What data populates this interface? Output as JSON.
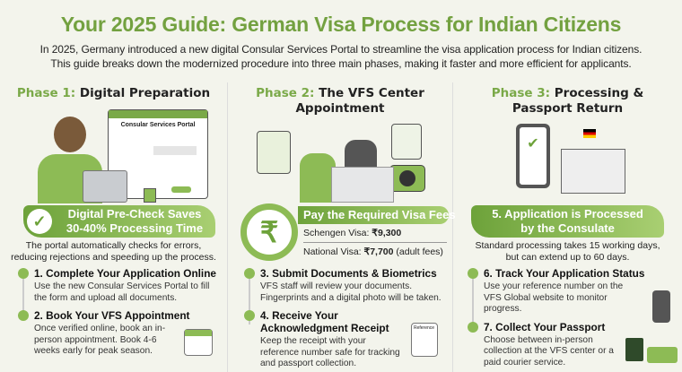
{
  "title": "Your 2025 Guide: German Visa Process for Indian Citizens",
  "intro": [
    "In 2025, Germany introduced a new digital Consular Services Portal to streamline the visa application process for Indian citizens.",
    "This guide breaks down the modernized procedure into three main phases, making it faster and more efficient for applicants."
  ],
  "phases": [
    {
      "prefix": "Phase 1:",
      "title": "Digital Preparation",
      "portal_label": "Consular Services Portal",
      "banner": [
        "Digital Pre-Check Saves",
        "30-40% Processing Time"
      ],
      "desc": [
        "The portal automatically checks for errors,",
        "reducing rejections and speeding up the process."
      ],
      "steps": [
        {
          "title": "1. Complete Your Application Online",
          "text": "Use the new Consular Services Portal to fill the form and upload all documents."
        },
        {
          "title": "2. Book Your VFS Appointment",
          "text": "Once verified online, book an in-person appointment. Book 4-6 weeks early for peak season."
        }
      ]
    },
    {
      "prefix": "Phase 2:",
      "title": "The VFS Center",
      "title2": "Appointment",
      "banner": "Pay the Required Visa Fees",
      "currency": "₹",
      "fees": [
        {
          "label": "Schengen Visa: ",
          "amount": "₹9,300",
          "note": ""
        },
        {
          "label": "National Visa: ",
          "amount": "₹7,700",
          "note": " (adult fees)"
        }
      ],
      "receipt_label": "Reference",
      "steps": [
        {
          "title": "3. Submit Documents & Biometrics",
          "text": "VFS staff will review your documents. Fingerprints and a digital photo will be taken."
        },
        {
          "title": "4. Receive Your Acknowledgment Receipt",
          "text": "Keep the receipt with your reference number safe for tracking and passport collection."
        }
      ]
    },
    {
      "prefix": "Phase 3:",
      "title": "Processing &",
      "title2": "Passport Return",
      "banner": [
        "5. Application is Processed",
        "by the Consulate"
      ],
      "desc": [
        "Standard processing takes 15 working days,",
        "but can extend up to 60 days."
      ],
      "steps": [
        {
          "title": "6. Track Your Application Status",
          "text": "Use your reference number on the VFS Global website to monitor progress."
        },
        {
          "title": "7. Collect Your Passport",
          "text": "Choose between in-person collection at the VFS center or a paid courier service."
        }
      ]
    }
  ]
}
